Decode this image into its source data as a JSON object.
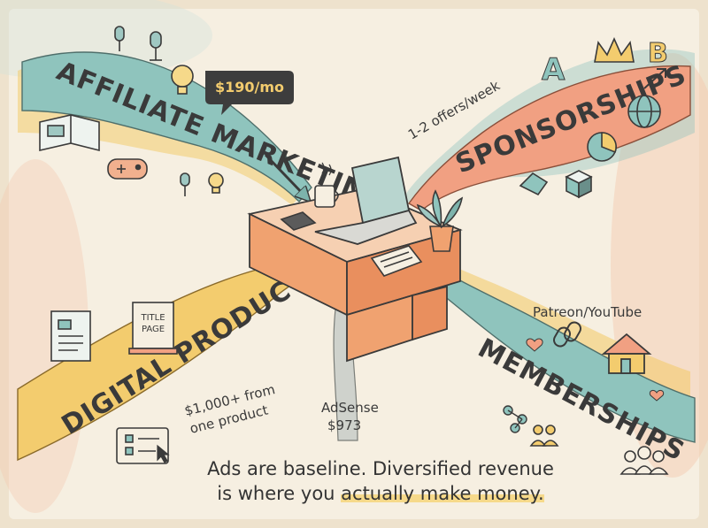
{
  "streams": {
    "affiliate": {
      "label": "AFFILIATE MARKETING",
      "bubble": "$190/mo"
    },
    "sponsorships": {
      "label": "SPONSORSHIPS",
      "note": "1-2 offers/week"
    },
    "digital": {
      "label": "DIGITAL PRODUCTS",
      "note_line1": "$1,000+ from",
      "note_line2": "one product",
      "book_line1": "TITLE",
      "book_line2": "PAGE"
    },
    "memberships": {
      "label": "MEMBERSHIPS",
      "note": "Patreon/YouTube"
    },
    "adsense": {
      "line1": "AdSense",
      "line2": "$973"
    }
  },
  "decor_letters": {
    "a": "A",
    "b": "B"
  },
  "caption": {
    "line1": "Ads are baseline. Diversified revenue",
    "line2_pre": "is where you ",
    "line2_highlight": "actually make money."
  },
  "colors": {
    "paper": "#f3ead9",
    "teal": "#8fc4bd",
    "coral": "#f1a082",
    "yellow": "#f3cc6e",
    "desk": "#f0a270",
    "ink": "#3a3a3a"
  }
}
